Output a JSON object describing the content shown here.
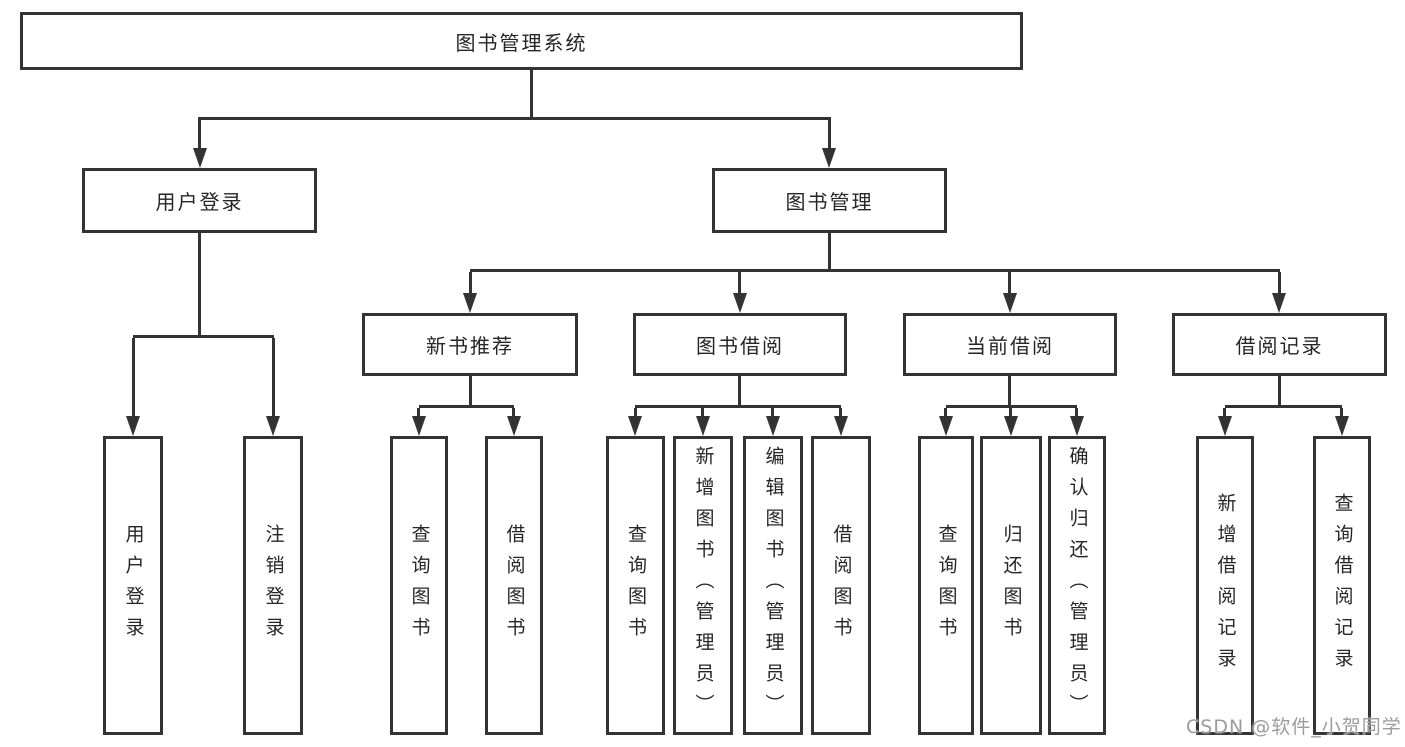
{
  "tree": {
    "label": "图书管理系统",
    "children": [
      {
        "label": "用户登录",
        "children": [
          {
            "label": "用户登录"
          },
          {
            "label": "注销登录"
          }
        ]
      },
      {
        "label": "图书管理",
        "children": [
          {
            "label": "新书推荐",
            "children": [
              {
                "label": "查询图书"
              },
              {
                "label": "借阅图书"
              }
            ]
          },
          {
            "label": "图书借阅",
            "children": [
              {
                "label": "查询图书"
              },
              {
                "label": "新增图书（管理员）"
              },
              {
                "label": "编辑图书（管理员）"
              },
              {
                "label": "借阅图书"
              }
            ]
          },
          {
            "label": "当前借阅",
            "children": [
              {
                "label": "查询图书"
              },
              {
                "label": "归还图书"
              },
              {
                "label": "确认归还（管理员）"
              }
            ]
          },
          {
            "label": "借阅记录",
            "children": [
              {
                "label": "新增借阅记录"
              },
              {
                "label": "查询借阅记录"
              }
            ]
          }
        ]
      }
    ]
  },
  "watermark": {
    "text": "CSDN @软件_小贺同学"
  },
  "colors": {
    "line": "#333333",
    "text": "#262626",
    "background": "#ffffff",
    "watermark": "#9c9c9c"
  }
}
